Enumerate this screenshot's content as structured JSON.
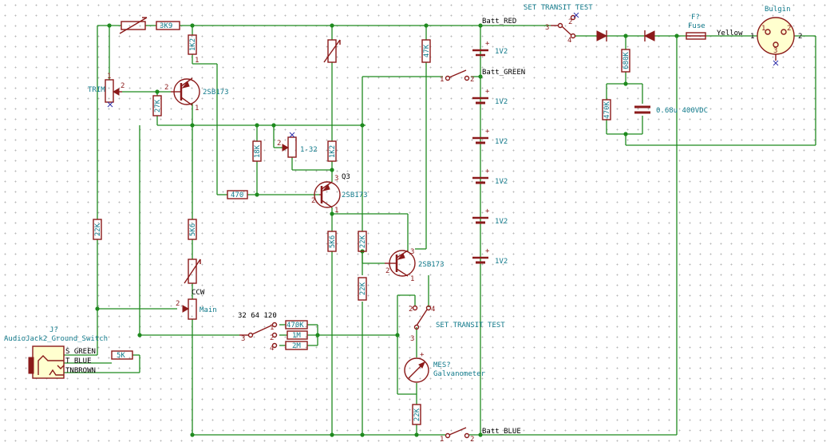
{
  "labels": {
    "r_3k9": "3K9",
    "r_1k2_top": "1K2",
    "r_47k": "47K",
    "r_27k": "27K",
    "r_18k": "18K",
    "r_1k2_mid": "1K2",
    "r_470": "470",
    "r_22k_left": "22K",
    "r_5k6_left": "5K6",
    "r_5k6_mid": "5K6",
    "r_22k_mid": "22K",
    "r_22k_low": "22K",
    "r_22k_bottom": "22K",
    "r_470k_range": "470K",
    "r_1m_range": "1M",
    "r_2m_range": "2M",
    "r_5k_jack": "5K",
    "r_680k": "680K",
    "r_470k_psu": "470K",
    "trim": "TRIM",
    "pot_1_32": "1-32",
    "main": "Main",
    "ccw": "CCW",
    "range_values": "32  64  120",
    "q_left": "2SB173",
    "q_mid": "2SB173",
    "q_mid_ref": "Q3",
    "q_low": "2SB173",
    "cell_1": "1V2",
    "cell_2": "1V2",
    "cell_3": "1V2",
    "cell_4": "1V2",
    "cell_5": "1V2",
    "cell_6": "1V2",
    "batt_red": "Batt_RED",
    "batt_green": "Batt_GREEN",
    "batt_blue": "Batt_BLUE",
    "set_transit_top": "SET TRANSIT TEST",
    "set_transit_mid": "SET TRANSIT TEST",
    "fuse_ref": "F?",
    "fuse": "Fuse",
    "yellow": "Yellow",
    "bulgin": "Bulgin",
    "cap": "0.68u 400VDC",
    "meter_ref": "MES?",
    "meter": "Galvanometer",
    "jack_ref": "J?",
    "jack": "AudioJack2_Ground_Switch",
    "jack_s": "S GREEN",
    "jack_t": "T BLUE",
    "jack_tn": "TNBROWN"
  },
  "colors": {
    "wire": "#1f8a1f",
    "component": "#8b1a1a",
    "value_text": "#117a8b",
    "body_fill": "#ffffcf"
  }
}
